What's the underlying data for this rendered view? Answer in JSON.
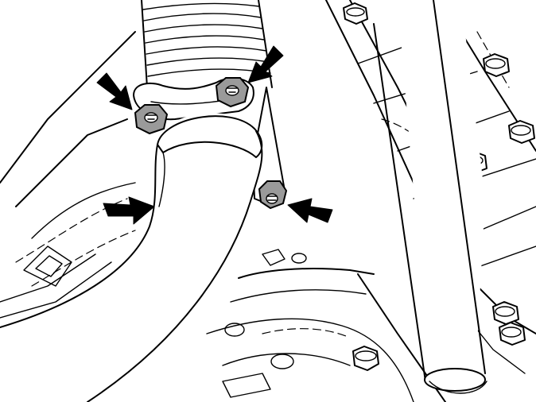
{
  "figure": {
    "palette": {
      "line": "#000000",
      "background": "#ffffff",
      "nut_fill": "#9a9a9a"
    },
    "callout_count": 4,
    "nuts": [
      {
        "name": "flange-nut-upper-left"
      },
      {
        "name": "flange-nut-upper-right"
      },
      {
        "name": "flange-nut-lower-right"
      }
    ],
    "arrows": [
      {
        "target": "flange-nut-upper-left"
      },
      {
        "target": "flange-nut-upper-right"
      },
      {
        "target": "flange-nut-lower-right"
      },
      {
        "target": "exhaust-pipe-flange-joint"
      }
    ]
  }
}
